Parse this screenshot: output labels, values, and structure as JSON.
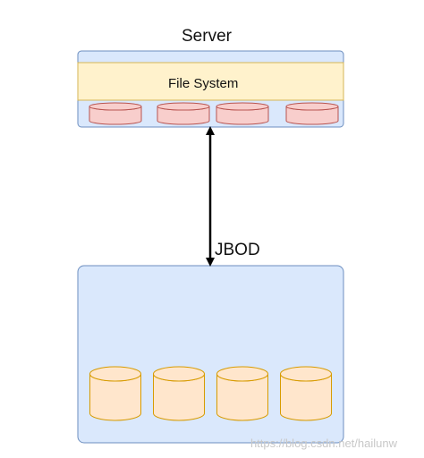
{
  "diagram": {
    "server": {
      "title": "Server",
      "file_system_label": "File System",
      "disk_count": 4
    },
    "connection": {
      "type": "bidirectional-arrow"
    },
    "jbod": {
      "title": "JBOD",
      "disk_count": 4
    },
    "watermark": "https://blog.csdn.net/hailunw"
  },
  "colors": {
    "container_fill": "#dae8fc",
    "container_stroke": "#6c8ebf",
    "file_system_fill": "#fff2cc",
    "file_system_stroke": "#d6b656",
    "server_disk_fill": "#f8cecc",
    "server_disk_stroke": "#b85450",
    "jbod_disk_fill": "#ffe6cc",
    "jbod_disk_stroke": "#d79b00",
    "arrow": "#000000"
  }
}
